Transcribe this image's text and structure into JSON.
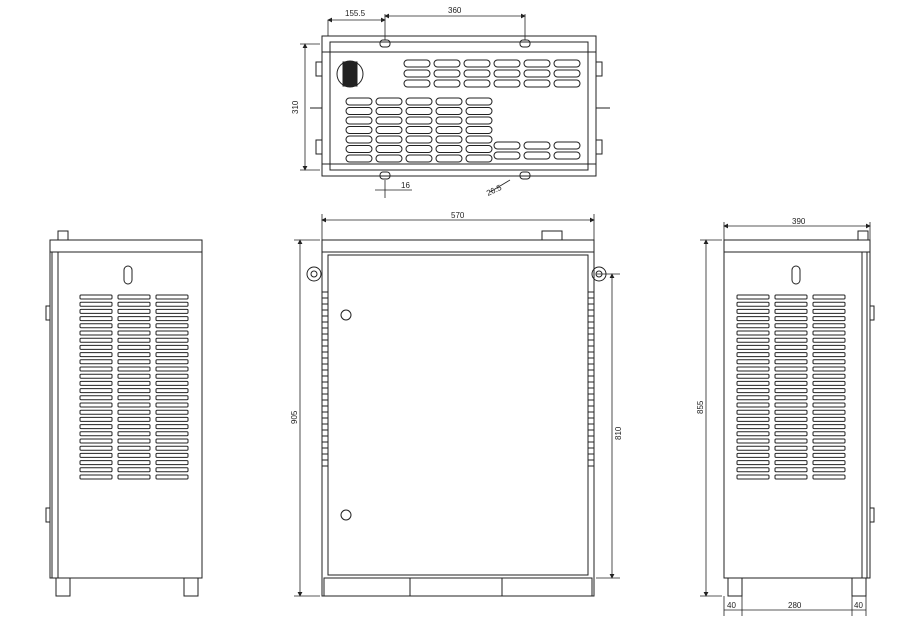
{
  "top_view": {
    "dimensions": {
      "offset": "155.5",
      "hole_spacing": "360",
      "depth": "310",
      "wall": "16",
      "slot": "26.5"
    }
  },
  "front_view": {
    "dimensions": {
      "width": "570",
      "height": "905",
      "door_height": "810"
    }
  },
  "side_view": {
    "dimensions": {
      "depth": "390",
      "height": "855",
      "base_left": "40",
      "base_center": "280",
      "base_right": "40"
    }
  },
  "colors": {
    "line": "#222222",
    "background": "#ffffff"
  }
}
